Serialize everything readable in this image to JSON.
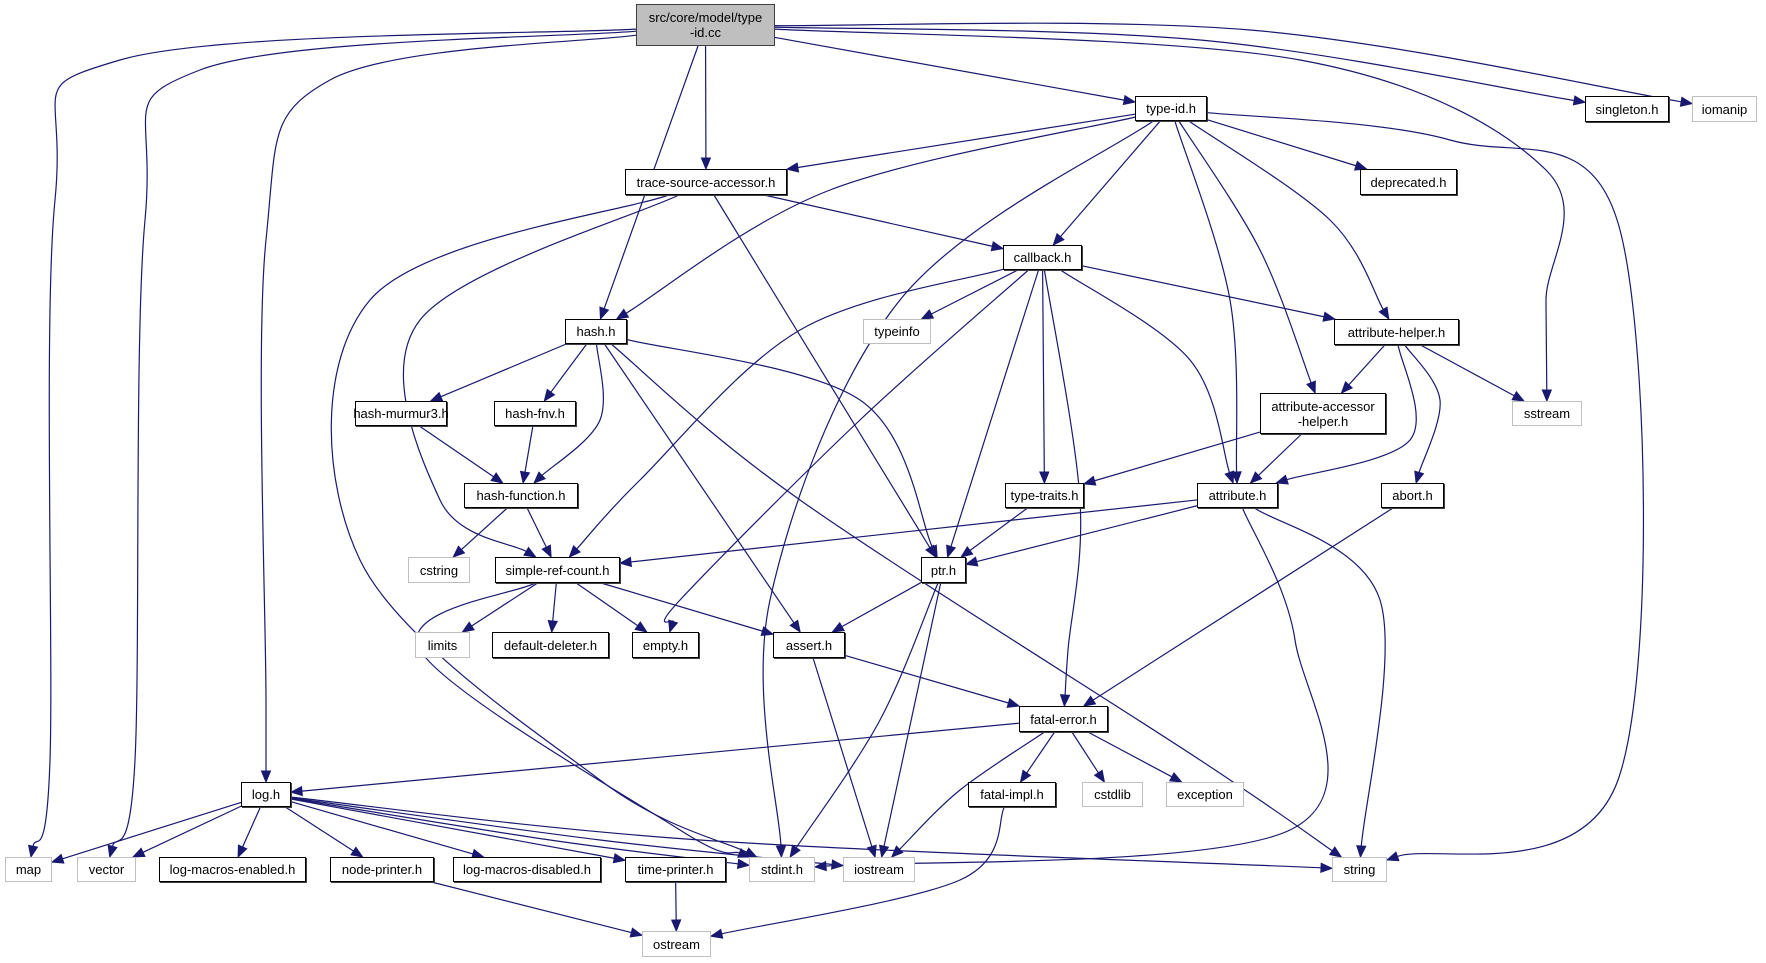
{
  "graph": {
    "title": "Include dependency graph for src/core/model/type-id.cc",
    "root": "src/core/model/type\n-id.cc",
    "colors": {
      "edge": "#191970",
      "root_fill": "#bfbfbf",
      "internal_border": "#000000",
      "external_border": "#bfbfbf"
    },
    "nodes": [
      {
        "id": "type-id-cc",
        "label": "src/core/model/type\n-id.cc",
        "kind": "root"
      },
      {
        "id": "type-id-h",
        "label": "type-id.h",
        "kind": "internal"
      },
      {
        "id": "singleton-h",
        "label": "singleton.h",
        "kind": "internal"
      },
      {
        "id": "iomanip",
        "label": "iomanip",
        "kind": "external"
      },
      {
        "id": "trace-source-accessor-h",
        "label": "trace-source-accessor.h",
        "kind": "internal"
      },
      {
        "id": "deprecated-h",
        "label": "deprecated.h",
        "kind": "internal"
      },
      {
        "id": "callback-h",
        "label": "callback.h",
        "kind": "internal"
      },
      {
        "id": "hash-h",
        "label": "hash.h",
        "kind": "internal"
      },
      {
        "id": "typeinfo",
        "label": "typeinfo",
        "kind": "external"
      },
      {
        "id": "attribute-helper-h",
        "label": "attribute-helper.h",
        "kind": "internal"
      },
      {
        "id": "hash-murmur3-h",
        "label": "hash-murmur3.h",
        "kind": "internal"
      },
      {
        "id": "hash-fnv-h",
        "label": "hash-fnv.h",
        "kind": "internal"
      },
      {
        "id": "attribute-accessor-helper-h",
        "label": "attribute-accessor\n-helper.h",
        "kind": "internal"
      },
      {
        "id": "sstream",
        "label": "sstream",
        "kind": "external"
      },
      {
        "id": "hash-function-h",
        "label": "hash-function.h",
        "kind": "internal"
      },
      {
        "id": "type-traits-h",
        "label": "type-traits.h",
        "kind": "internal"
      },
      {
        "id": "attribute-h",
        "label": "attribute.h",
        "kind": "internal"
      },
      {
        "id": "abort-h",
        "label": "abort.h",
        "kind": "internal"
      },
      {
        "id": "cstring",
        "label": "cstring",
        "kind": "external"
      },
      {
        "id": "simple-ref-count-h",
        "label": "simple-ref-count.h",
        "kind": "internal"
      },
      {
        "id": "ptr-h",
        "label": "ptr.h",
        "kind": "internal"
      },
      {
        "id": "limits",
        "label": "limits",
        "kind": "external"
      },
      {
        "id": "default-deleter-h",
        "label": "default-deleter.h",
        "kind": "internal"
      },
      {
        "id": "empty-h",
        "label": "empty.h",
        "kind": "internal"
      },
      {
        "id": "assert-h",
        "label": "assert.h",
        "kind": "internal"
      },
      {
        "id": "fatal-error-h",
        "label": "fatal-error.h",
        "kind": "internal"
      },
      {
        "id": "log-h",
        "label": "log.h",
        "kind": "internal"
      },
      {
        "id": "fatal-impl-h",
        "label": "fatal-impl.h",
        "kind": "internal"
      },
      {
        "id": "cstdlib",
        "label": "cstdlib",
        "kind": "external"
      },
      {
        "id": "exception",
        "label": "exception",
        "kind": "external"
      },
      {
        "id": "map",
        "label": "map",
        "kind": "external"
      },
      {
        "id": "vector",
        "label": "vector",
        "kind": "external"
      },
      {
        "id": "log-macros-enabled-h",
        "label": "log-macros-enabled.h",
        "kind": "internal"
      },
      {
        "id": "node-printer-h",
        "label": "node-printer.h",
        "kind": "internal"
      },
      {
        "id": "log-macros-disabled-h",
        "label": "log-macros-disabled.h",
        "kind": "internal"
      },
      {
        "id": "time-printer-h",
        "label": "time-printer.h",
        "kind": "internal"
      },
      {
        "id": "stdint-h",
        "label": "stdint.h",
        "kind": "external"
      },
      {
        "id": "iostream",
        "label": "iostream",
        "kind": "external"
      },
      {
        "id": "string",
        "label": "string",
        "kind": "external"
      },
      {
        "id": "ostream",
        "label": "ostream",
        "kind": "external"
      }
    ],
    "edges": [
      [
        "type-id-cc",
        "map"
      ],
      [
        "type-id-cc",
        "vector"
      ],
      [
        "type-id-cc",
        "log-h"
      ],
      [
        "type-id-cc",
        "hash-h"
      ],
      [
        "type-id-cc",
        "trace-source-accessor-h"
      ],
      [
        "type-id-cc",
        "type-id-h"
      ],
      [
        "type-id-cc",
        "sstream"
      ],
      [
        "type-id-cc",
        "singleton-h"
      ],
      [
        "type-id-cc",
        "iomanip"
      ],
      [
        "type-id-h",
        "trace-source-accessor-h"
      ],
      [
        "type-id-h",
        "hash-h"
      ],
      [
        "type-id-h",
        "stdint-h"
      ],
      [
        "type-id-h",
        "callback-h"
      ],
      [
        "type-id-h",
        "attribute-h"
      ],
      [
        "type-id-h",
        "attribute-accessor-helper-h"
      ],
      [
        "type-id-h",
        "attribute-helper-h"
      ],
      [
        "type-id-h",
        "deprecated-h"
      ],
      [
        "type-id-h",
        "string"
      ],
      [
        "trace-source-accessor-h",
        "callback-h"
      ],
      [
        "trace-source-accessor-h",
        "ptr-h"
      ],
      [
        "trace-source-accessor-h",
        "simple-ref-count-h"
      ],
      [
        "trace-source-accessor-h",
        "stdint-h"
      ],
      [
        "callback-h",
        "typeinfo"
      ],
      [
        "callback-h",
        "attribute-helper-h"
      ],
      [
        "callback-h",
        "simple-ref-count-h"
      ],
      [
        "callback-h",
        "empty-h"
      ],
      [
        "callback-h",
        "ptr-h"
      ],
      [
        "callback-h",
        "type-traits-h"
      ],
      [
        "callback-h",
        "fatal-error-h"
      ],
      [
        "callback-h",
        "attribute-h"
      ],
      [
        "hash-h",
        "hash-murmur3-h"
      ],
      [
        "hash-h",
        "hash-fnv-h"
      ],
      [
        "hash-h",
        "hash-function-h"
      ],
      [
        "hash-h",
        "assert-h"
      ],
      [
        "hash-h",
        "ptr-h"
      ],
      [
        "hash-h",
        "string"
      ],
      [
        "hash-murmur3-h",
        "hash-function-h"
      ],
      [
        "hash-fnv-h",
        "hash-function-h"
      ],
      [
        "hash-function-h",
        "cstring"
      ],
      [
        "hash-function-h",
        "simple-ref-count-h"
      ],
      [
        "attribute-helper-h",
        "attribute-accessor-helper-h"
      ],
      [
        "attribute-helper-h",
        "attribute-h"
      ],
      [
        "attribute-helper-h",
        "abort-h"
      ],
      [
        "attribute-helper-h",
        "sstream"
      ],
      [
        "attribute-accessor-helper-h",
        "type-traits-h"
      ],
      [
        "attribute-accessor-helper-h",
        "attribute-h"
      ],
      [
        "type-traits-h",
        "ptr-h"
      ],
      [
        "attribute-h",
        "simple-ref-count-h"
      ],
      [
        "attribute-h",
        "ptr-h"
      ],
      [
        "attribute-h",
        "stdint-h"
      ],
      [
        "attribute-h",
        "string"
      ],
      [
        "abort-h",
        "fatal-error-h"
      ],
      [
        "simple-ref-count-h",
        "limits"
      ],
      [
        "simple-ref-count-h",
        "default-deleter-h"
      ],
      [
        "simple-ref-count-h",
        "empty-h"
      ],
      [
        "simple-ref-count-h",
        "assert-h"
      ],
      [
        "simple-ref-count-h",
        "stdint-h"
      ],
      [
        "ptr-h",
        "assert-h"
      ],
      [
        "ptr-h",
        "stdint-h"
      ],
      [
        "ptr-h",
        "iostream"
      ],
      [
        "assert-h",
        "fatal-error-h"
      ],
      [
        "assert-h",
        "iostream"
      ],
      [
        "fatal-error-h",
        "log-h"
      ],
      [
        "fatal-error-h",
        "fatal-impl-h"
      ],
      [
        "fatal-error-h",
        "cstdlib"
      ],
      [
        "fatal-error-h",
        "exception"
      ],
      [
        "fatal-error-h",
        "iostream"
      ],
      [
        "fatal-impl-h",
        "ostream"
      ],
      [
        "log-h",
        "map"
      ],
      [
        "log-h",
        "vector"
      ],
      [
        "log-h",
        "log-macros-enabled-h"
      ],
      [
        "log-h",
        "node-printer-h"
      ],
      [
        "log-h",
        "log-macros-disabled-h"
      ],
      [
        "log-h",
        "time-printer-h"
      ],
      [
        "log-h",
        "stdint-h"
      ],
      [
        "log-h",
        "iostream"
      ],
      [
        "log-h",
        "string"
      ],
      [
        "node-printer-h",
        "ostream"
      ],
      [
        "time-printer-h",
        "ostream"
      ]
    ]
  }
}
